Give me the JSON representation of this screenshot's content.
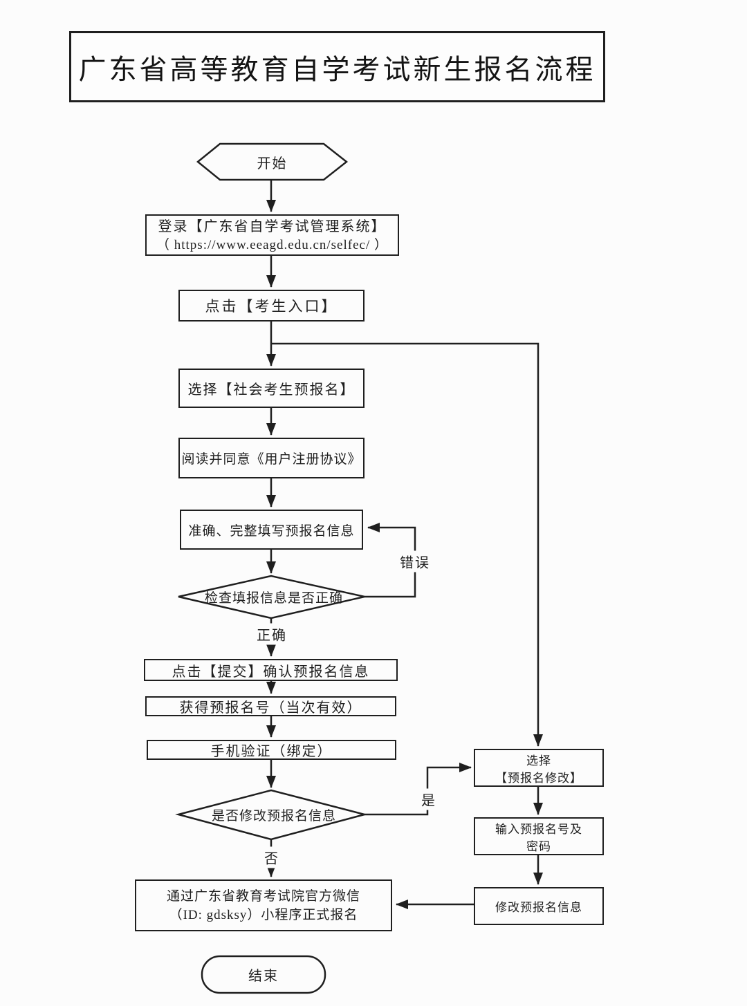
{
  "title": "广东省高等教育自学考试新生报名流程",
  "nodes": {
    "start": {
      "label": "开始"
    },
    "login": {
      "line1": "登录【广东省自学考试管理系统】",
      "line2": "（ https://www.eeagd.edu.cn/selfec/ ）"
    },
    "candidate_entrance": {
      "label": "点击【考生入口】"
    },
    "social_preregister": {
      "label": "选择【社会考生预报名】"
    },
    "user_agreement": {
      "label": "阅读并同意《用户注册协议》"
    },
    "fill_info": {
      "label": "准确、完整填写预报名信息"
    },
    "check_info": {
      "label": "检查填报信息是否正确"
    },
    "submit_confirm": {
      "label": "点击【提交】确认预报名信息"
    },
    "get_prereg_number": {
      "label": "获得预报名号（当次有效）"
    },
    "phone_verify": {
      "label": "手机验证（绑定）"
    },
    "modify_decision": {
      "label": "是否修改预报名信息"
    },
    "select_modify": {
      "line1": "选择",
      "line2": "【预报名修改】"
    },
    "enter_number_password": {
      "line1": "输入预报名号及",
      "line2": "密码"
    },
    "modify_info": {
      "label": "修改预报名信息"
    },
    "official_register": {
      "line1": "通过广东省教育考试院官方微信",
      "line2": "（ID: gdsksy）小程序正式报名"
    },
    "end": {
      "label": "结束"
    }
  },
  "edge_labels": {
    "error": "错误",
    "correct": "正确",
    "yes": "是",
    "no": "否"
  },
  "colors": {
    "line": "#1f1f1f",
    "background": "#fcfcfc",
    "node_fill": "#fcfcfc"
  }
}
